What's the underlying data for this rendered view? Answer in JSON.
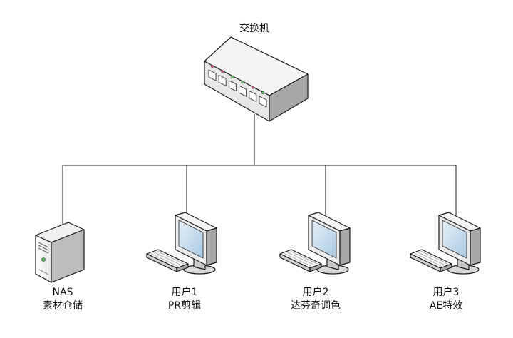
{
  "switch": {
    "label": "交换机",
    "port_leds": [
      "#e05a8a",
      "#e05a8a",
      "#5cc05c",
      "#5cc05c",
      "#e05a8a",
      "#5cc05c"
    ]
  },
  "nodes": [
    {
      "id": "nas",
      "line1": "NAS",
      "line2": "素材仓储",
      "icon": "server-icon"
    },
    {
      "id": "user1",
      "line1": "用户1",
      "line2": "PR剪辑",
      "icon": "workstation-icon"
    },
    {
      "id": "user2",
      "line1": "用户2",
      "line2": "达芬奇调色",
      "icon": "workstation-icon"
    },
    {
      "id": "user3",
      "line1": "用户3",
      "line2": "AE特效",
      "icon": "workstation-icon"
    }
  ],
  "colors": {
    "line": "#1a1a1a",
    "device_light": "#f4f4f4",
    "device_mid": "#d9d9d9",
    "device_dark": "#a8a8a8",
    "screen": "#bcd6ea"
  }
}
